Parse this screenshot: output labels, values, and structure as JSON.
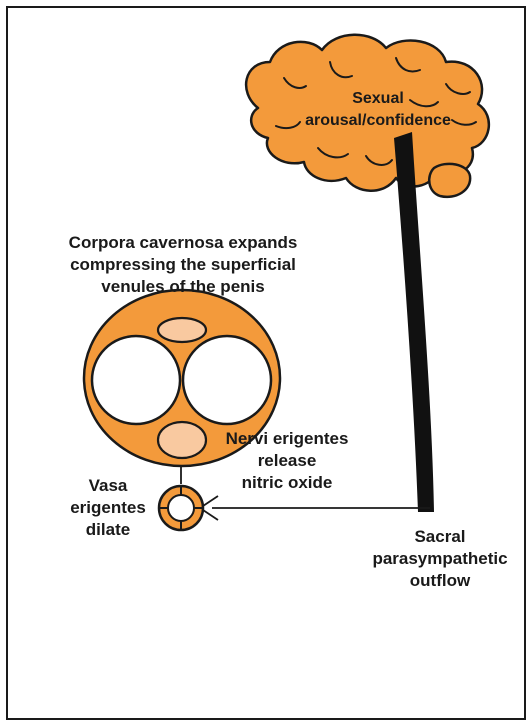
{
  "labels": {
    "brain_line1": "Sexual",
    "brain_line2": "arousal/confidence",
    "corpora_line1": "Corpora cavernosa expands",
    "corpora_line2": "compressing the superficial",
    "corpora_line3": "venules of the penis",
    "nervi_line1": "Nervi erigentes",
    "nervi_line2": "release",
    "nervi_line3": "nitric oxide",
    "vasa_line1": "Vasa",
    "vasa_line2": "erigentes",
    "vasa_line3": "dilate",
    "sacral_line1": "Sacral",
    "sacral_line2": "parasympathetic",
    "sacral_line3": "outflow"
  },
  "colors": {
    "orange": "#f39a3b",
    "light_orange": "#f9c9a0",
    "outline": "#1a1a1a",
    "background": "#ffffff"
  },
  "icons": {
    "brain": "brain-icon",
    "cross_section": "penis-cross-section-icon",
    "vessel": "blood-vessel-icon"
  }
}
